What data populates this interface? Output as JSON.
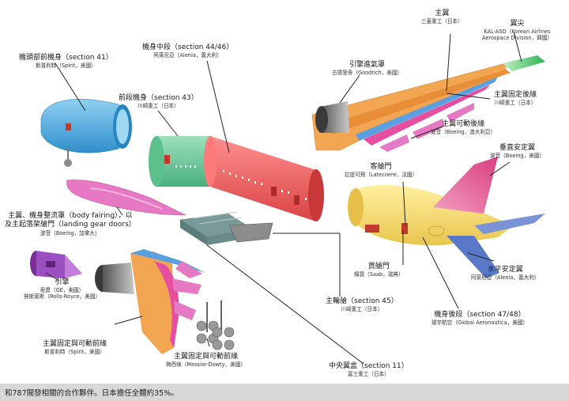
{
  "labels": {
    "nose_section": {
      "title": "機頭部前機身（section 41）",
      "maker": "斯普利特（Spirit，美國）"
    },
    "fwd_fuselage": {
      "title": "前段機身（section 43）",
      "maker": "川崎重工（日本）"
    },
    "mid_fuselage": {
      "title": "機身中段（section 44/46）",
      "maker": "阿萊尼亞（Alenia，義大利）"
    },
    "fairing": {
      "title_1": "主翼、機身整流罩（body fairing），以",
      "title_2": "及主起落架艙門（landing gear doors）",
      "maker": "波音（Boeing，加拿大）"
    },
    "engine": {
      "title": "引擎",
      "maker_1": "奇異（GE，美國）",
      "maker_2": "勞斯萊斯（Rolls-Royce，美國）"
    },
    "wing_le": {
      "title": "主翼固定與可動前緣",
      "maker": "斯普利特（Spirit，美國）"
    },
    "landing_gear": {
      "title": "主翼固定與可動前緣",
      "maker": "梅西埃（Messier-Dowty，美國）"
    },
    "center_wingbox": {
      "title": "中央翼盒（section 11）",
      "maker": "富士重工（日本）"
    },
    "main_wheel_well": {
      "title": "主輪艙（section 45）",
      "maker": "川崎重工（日本）"
    },
    "cargo_door": {
      "title": "貨艙門",
      "maker": "綿寶（Saab，瑞典）"
    },
    "pax_door": {
      "title": "客艙門",
      "maker": "拉提可飛（Latecoere，法國）"
    },
    "aft_fuselage": {
      "title": "機身後段（section 47/48）",
      "maker": "環宇航空（Global Aeronautica，美國）"
    },
    "h_stab": {
      "title": "水平安定翼",
      "maker": "阿萊尼亞（Alenia，義大利）"
    },
    "v_stab": {
      "title": "垂直安定翼",
      "maker": "波音（Boeing，美國）"
    },
    "main_wing": {
      "title": "主翼",
      "maker": "三菱重工（日本）"
    },
    "wing_tip": {
      "title": "翼尖",
      "maker_1": "KAL-ASD（Korean Airlines",
      "maker_2": "Aerospace Division，韓國）"
    },
    "nacelle": {
      "title": "引擎進氣罩",
      "maker": "古德里奇（Goodrich，美國）"
    },
    "fixed_te": {
      "title": "主翼固定後緣",
      "maker": "川崎重工（日本）"
    },
    "movable_te": {
      "title": "主翼可動後緣",
      "maker": "波音（Boeing，澳大利亞）"
    }
  },
  "caption": "和787開發相關的合作夥伴。日本擔任全體約35%。",
  "colors": {
    "nose": "#4aa8dc",
    "fwd": "#6ccc9a",
    "mid": "#ee5f5f",
    "wing": "#f2a651",
    "wing_tip": "#4cc46a",
    "edge_pink": "#e64fa0",
    "edge_blue": "#5aa0e0",
    "aft": "#f3d86a",
    "vstab": "#e0508e",
    "hstab": "#5a78c8",
    "engine": "#8a3fa8",
    "gear": "#9a9a9a",
    "fairing": "#e679c4",
    "line": "#222222"
  }
}
